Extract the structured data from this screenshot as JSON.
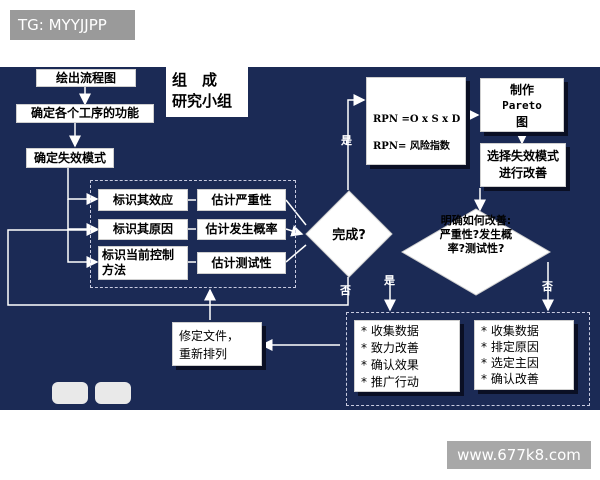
{
  "watermark_top": "TG: MYYJJPP",
  "watermark_bottom": "www.677k8.com",
  "left_flow": {
    "draw_flowchart": "绘出流程图",
    "define_functions": "确定各个工序的功能",
    "define_failure_modes": "确定失效模式"
  },
  "team": {
    "line1": "组　成",
    "line2": "研究小组"
  },
  "identify": {
    "effect": "标识其效应",
    "cause": "标识其原因",
    "current_control": "标识当前控制方法"
  },
  "estimate": {
    "severity": "估计严重性",
    "occurrence": "估计发生概率",
    "detection": "估计测试性"
  },
  "rpn": {
    "formula": "RPN =O x S x D",
    "meaning": "RPN= 风险指数"
  },
  "pareto": {
    "line1": "制作",
    "line2": "Pareto",
    "line3": "图"
  },
  "select_failure": {
    "line1": "选择失效模式",
    "line2": "进行改善"
  },
  "done_decision": "完成?",
  "improve_decision": "明确如何改善:严重性?发生概率?测试性?",
  "labels": {
    "yes_top": "是",
    "yes_bottom": "是",
    "no_left": "否",
    "no_right": "否"
  },
  "revise": {
    "line1": "修定文件，",
    "line2": "重新排列"
  },
  "action_list": [
    "收集数据",
    "致力改善",
    "确认效果",
    "推广行动"
  ],
  "analysis_list": [
    "收集数据",
    "排定原因",
    "选定主因",
    "确认改善"
  ]
}
